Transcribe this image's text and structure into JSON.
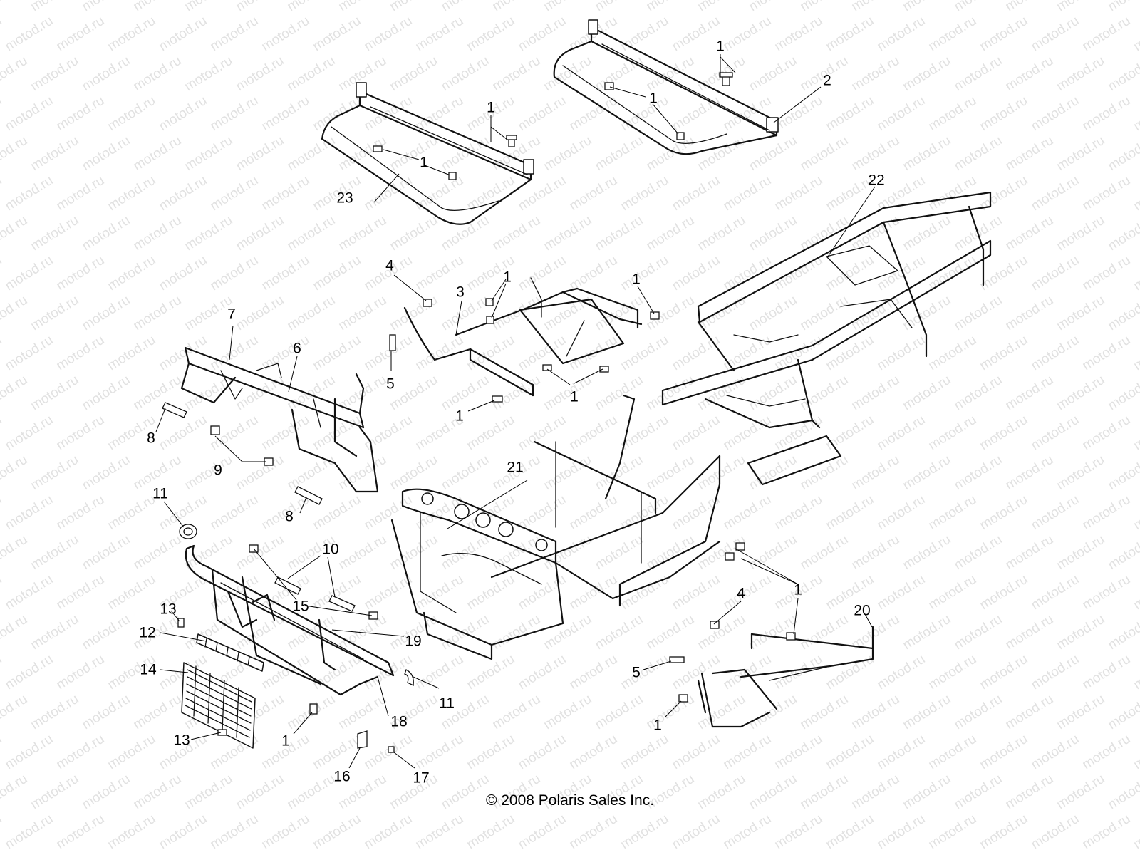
{
  "diagram": {
    "copyright": "© 2008 Polaris Sales Inc.",
    "watermark_text": "motod.ru",
    "callouts": {
      "c1_a": "1",
      "c1_b": "1",
      "c1_c": "1",
      "c1_d": "1",
      "c1_e": "1",
      "c1_f": "1",
      "c1_g": "1",
      "c1_h": "1",
      "c1_i": "1",
      "c1_j": "1",
      "c1_k": "1",
      "c2": "2",
      "c3": "3",
      "c4_a": "4",
      "c4_b": "4",
      "c5_a": "5",
      "c5_b": "5",
      "c6": "6",
      "c7": "7",
      "c8_a": "8",
      "c8_b": "8",
      "c9": "9",
      "c10": "10",
      "c11_a": "11",
      "c11_b": "11",
      "c12": "12",
      "c13_a": "13",
      "c13_b": "13",
      "c14": "14",
      "c15": "15",
      "c16": "16",
      "c17": "17",
      "c18": "18",
      "c19": "19",
      "c20": "20",
      "c21": "21",
      "c22": "22",
      "c23": "23"
    }
  }
}
